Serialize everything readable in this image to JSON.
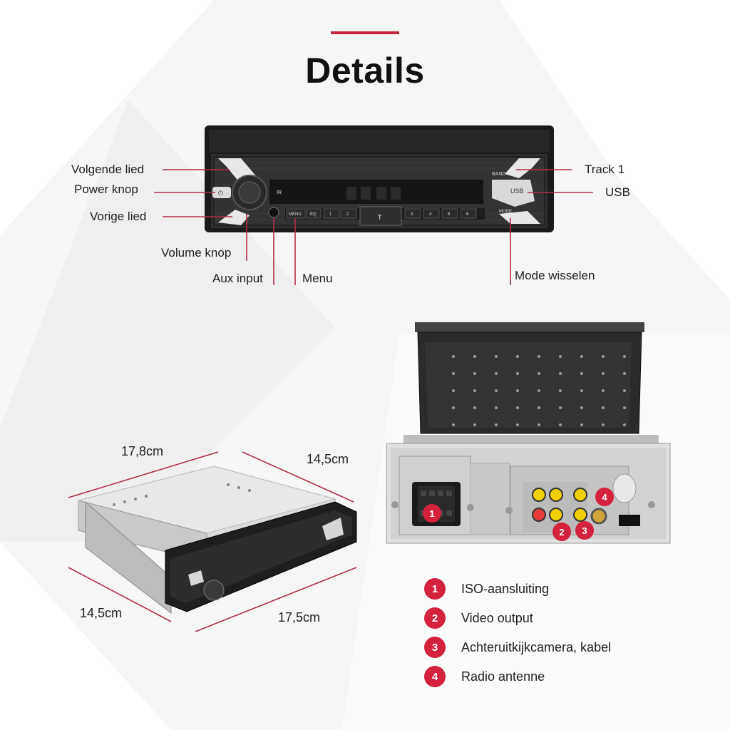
{
  "title": "Details",
  "colors": {
    "accent": "#c8243d",
    "badge": "#d4213d",
    "line": "#b03048"
  },
  "front_panel": {
    "callouts": {
      "next_song": "Volgende lied",
      "power": "Power knop",
      "previous_song": "Vorige lied",
      "volume": "Volume knop",
      "aux": "Aux input",
      "menu": "Menu",
      "track1": "Track 1",
      "usb": "USB",
      "mode": "Mode wisselen"
    },
    "device_text": {
      "band": "BAND",
      "usb": "USB",
      "mode": "MODE",
      "menu": "MENU",
      "eq": "EQ",
      "ir": "IR",
      "power": "⏻",
      "t_key": "T",
      "preset_keys": [
        "1",
        "2",
        "3",
        "4",
        "5",
        "6"
      ]
    }
  },
  "dimensions": {
    "top_width": "17,8cm",
    "top_depth": "14,5cm",
    "left_height": "14,5cm",
    "bottom_width": "17,5cm"
  },
  "rear_badges": [
    "1",
    "2",
    "3",
    "4"
  ],
  "legend": [
    {
      "num": "1",
      "text": "ISO-aansluiting"
    },
    {
      "num": "2",
      "text": "Video output"
    },
    {
      "num": "3",
      "text": "Achteruitkijkcamera, kabel"
    },
    {
      "num": "4",
      "text": "Radio antenne"
    }
  ]
}
